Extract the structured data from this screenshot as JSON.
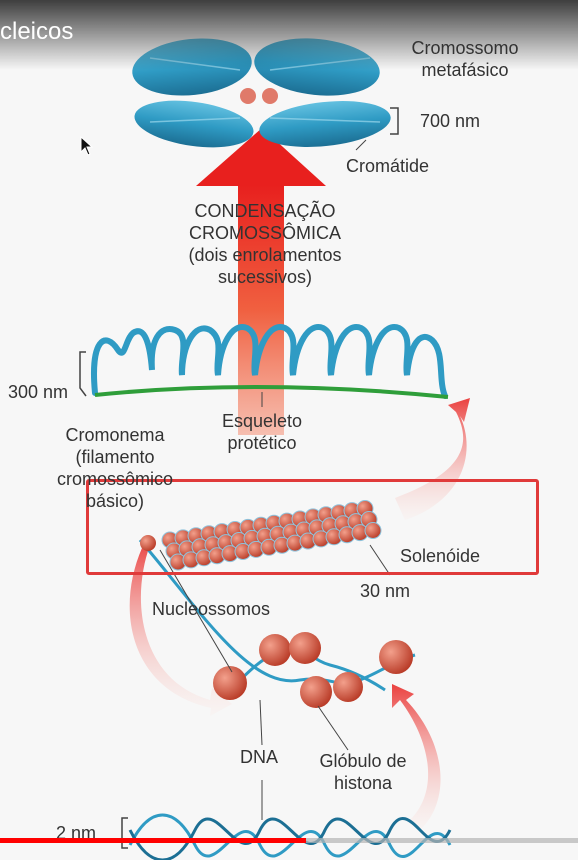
{
  "video": {
    "title": "cleicos",
    "progress": 0.53
  },
  "labels": {
    "cromossomo_line1": "Cromossomo",
    "cromossomo_line2": "metafásico",
    "nm700": "700 nm",
    "cromatide": "Cromátide",
    "condensacao_line1": "CONDENSAÇÃO",
    "condensacao_line2": "CROMOSSÔMICA",
    "condensacao_line3": "(dois enrolamentos",
    "condensacao_line4": "sucessivos)",
    "nm300": "300 nm",
    "esqueleto_line1": "Esqueleto",
    "esqueleto_line2": "protético",
    "cromonema_line1": "Cromonema",
    "cromonema_line2": "(filamento",
    "cromonema_line3": "cromossômico",
    "cromonema_line4": "básico)",
    "solenoide": "Solenóide",
    "nm30": "30 nm",
    "nucleossomos": "Nucleossomos",
    "dna": "DNA",
    "globulo_line1": "Glóbulo de",
    "globulo_line2": "histona",
    "nm2": "2 nm"
  },
  "colors": {
    "chromosome": "#2f9bc4",
    "arrow": "#e8201e",
    "nucleosome": "#d9533f",
    "highlight": "#e03a3a",
    "skeleton": "#2f9e3a"
  }
}
